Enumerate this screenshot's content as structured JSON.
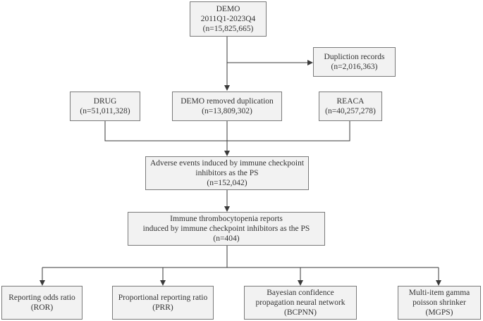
{
  "nodes": {
    "demo": {
      "lines": [
        "DEMO",
        "2011Q1-2023Q4",
        "(n=15,825,665)"
      ]
    },
    "duplication": {
      "lines": [
        "Dupliction records",
        "(n=2,016,363)"
      ]
    },
    "drug": {
      "lines": [
        "DRUG",
        "(n=51,011,328)"
      ]
    },
    "demo_removed": {
      "lines": [
        "DEMO removed duplication",
        "(n=13,809,302)"
      ]
    },
    "reaca": {
      "lines": [
        "REACA",
        "(n=40,257,278)"
      ]
    },
    "adverse_events": {
      "lines": [
        "Adverse events induced by immune checkpoint",
        "inhibitors as the PS",
        "(n=152,042)"
      ]
    },
    "itp_reports": {
      "lines": [
        "Immune thrombocytopenia reports",
        "induced by immune checkpoint inhibitors as the PS",
        "(n=404)"
      ]
    },
    "ror": {
      "lines": [
        "Reporting odds ratio",
        "(ROR)"
      ]
    },
    "prr": {
      "lines": [
        "Proportional reporting ratio",
        "(PRR)"
      ]
    },
    "bcpnn": {
      "lines": [
        "Bayesian confidence",
        "propagation neural network",
        "(BCPNN)"
      ]
    },
    "mgps": {
      "lines": [
        "Multi-item gamma",
        "poisson shrinker",
        "(MGPS)"
      ]
    }
  }
}
